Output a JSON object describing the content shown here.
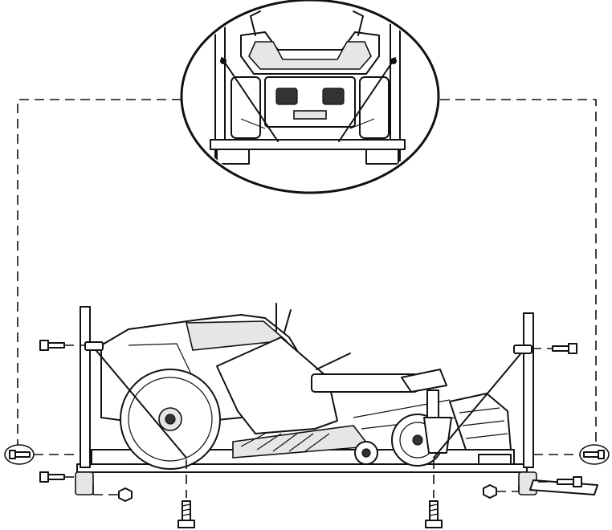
{
  "diagram": {
    "detail_view": "front-view-detail",
    "fasteners": {
      "side_bolts": 5,
      "vertical_bolts": 2,
      "nuts": 2,
      "highlighted_bolts": 2
    }
  }
}
